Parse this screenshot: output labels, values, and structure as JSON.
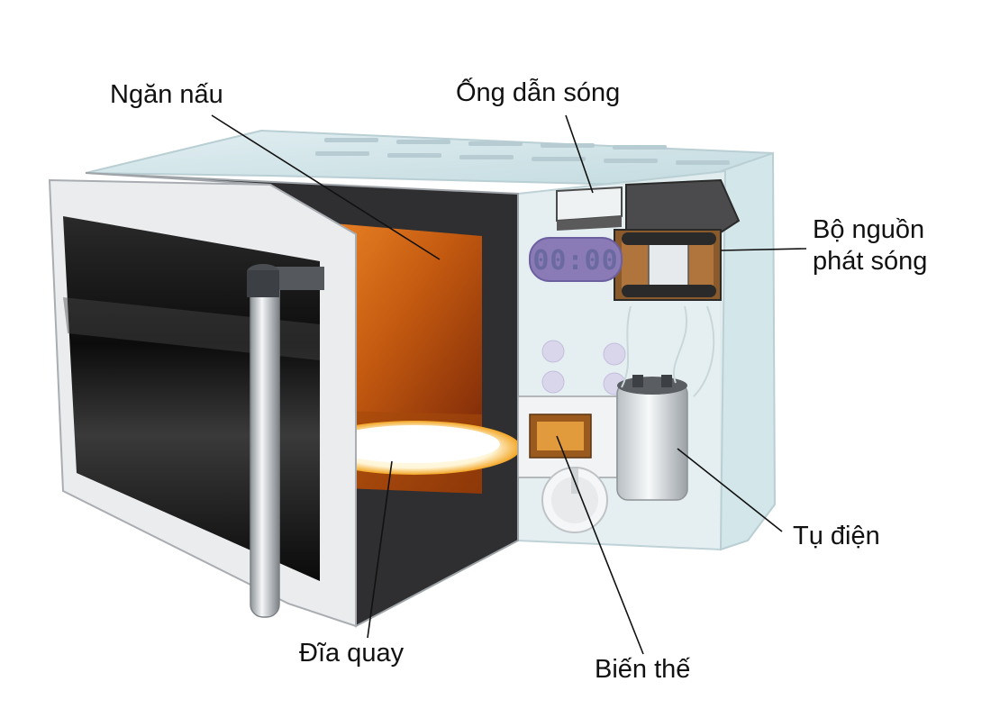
{
  "labels": {
    "cooking_chamber": "Ngăn nấu",
    "waveguide": "Ống dẫn sóng",
    "magnetron_line1": "Bộ nguồn",
    "magnetron_line2": "phát sóng",
    "capacitor": "Tụ điện",
    "turntable": "Đĩa quay",
    "transformer": "Biến thế"
  },
  "display": {
    "time": "00:00"
  },
  "colors": {
    "cavity_orange": "#c45a10",
    "cavity_dark": "#7a2408",
    "body_frame": "#e6e8ea",
    "glass_top": "#d6e6ea",
    "door_window": "#151515",
    "display_bg": "#8a7ab6",
    "leader_line": "#111111"
  }
}
